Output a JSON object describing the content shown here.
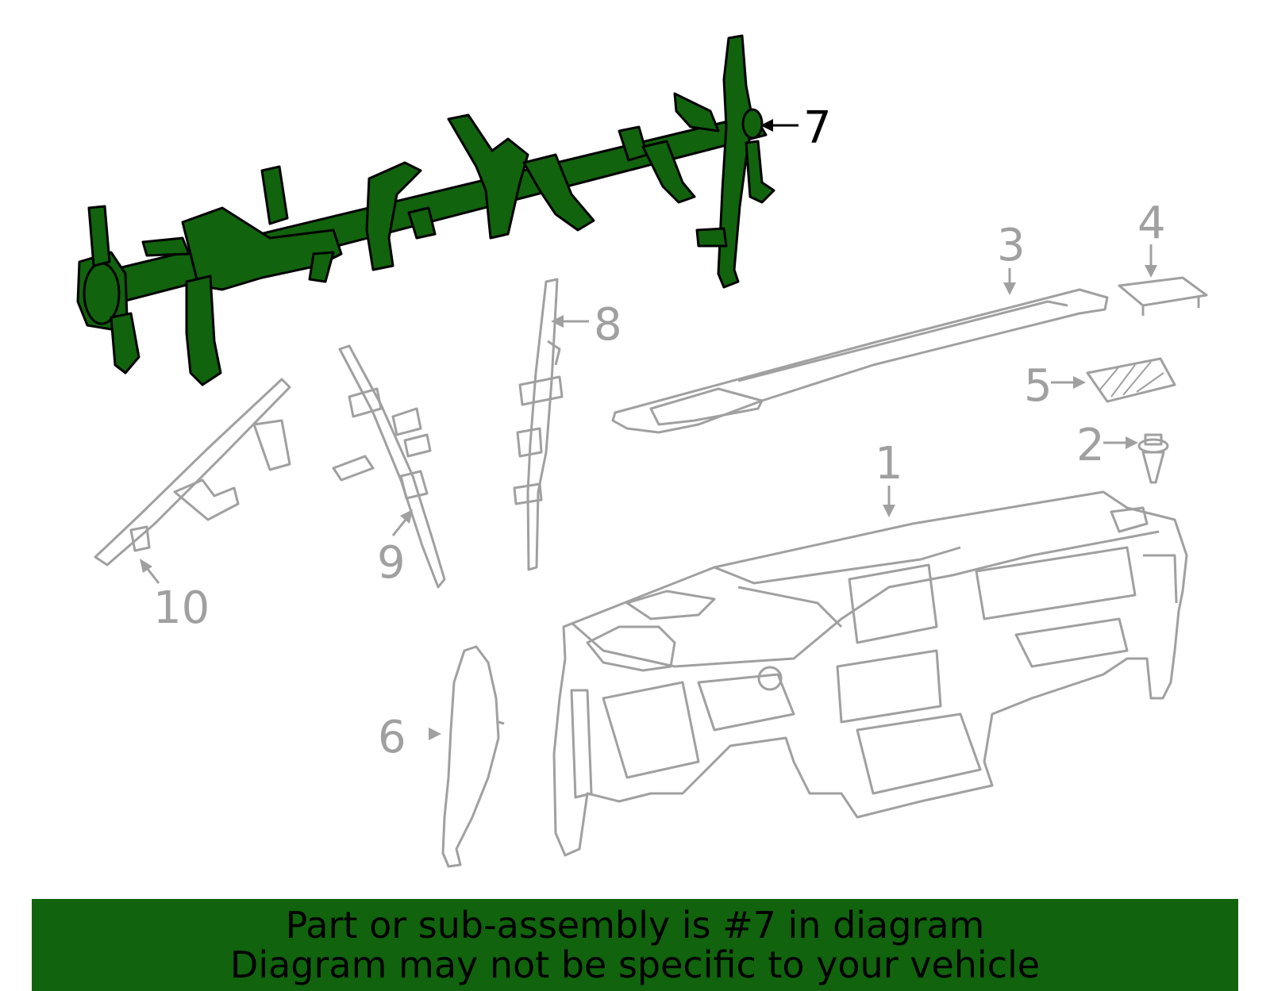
{
  "diagram": {
    "colors": {
      "highlight": "#11630d",
      "outline": "#a0a0a0",
      "ink": "#000000",
      "banner": "#11630d"
    },
    "callouts": [
      {
        "id": "1",
        "label": "1",
        "highlighted": false
      },
      {
        "id": "2",
        "label": "2",
        "highlighted": false
      },
      {
        "id": "3",
        "label": "3",
        "highlighted": false
      },
      {
        "id": "4",
        "label": "4",
        "highlighted": false
      },
      {
        "id": "5",
        "label": "5",
        "highlighted": false
      },
      {
        "id": "6",
        "label": "6",
        "highlighted": false
      },
      {
        "id": "7",
        "label": "7",
        "highlighted": true
      },
      {
        "id": "8",
        "label": "8",
        "highlighted": false
      },
      {
        "id": "9",
        "label": "9",
        "highlighted": false
      },
      {
        "id": "10",
        "label": "10",
        "highlighted": false
      }
    ]
  },
  "banner": {
    "line1": "Part or sub-assembly is #7 in diagram",
    "line2": "Diagram may not be specific to your vehicle"
  }
}
